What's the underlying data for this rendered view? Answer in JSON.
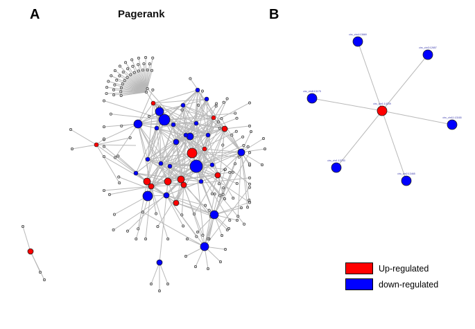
{
  "panel_a": {
    "letter": "A",
    "title": "Pagerank"
  },
  "panel_b": {
    "letter": "B",
    "center_label": "circ_chr1:14239",
    "spoke_labels": [
      "circ_chr4:13669",
      "circ_chr3:12657",
      "circ_chr11:13165",
      "circ_chr2:13465",
      "circ_chr1:13753",
      "circ_chr8:13175"
    ]
  },
  "colors": {
    "up": "#ff0000",
    "down": "#0000ff",
    "edge": "#b8b8b8",
    "small_node": "#d0d0d0"
  },
  "legend": [
    {
      "label": "Up-regulated",
      "color": "#ff0000"
    },
    {
      "label": "down-regulated",
      "color": "#0000ff"
    }
  ]
}
